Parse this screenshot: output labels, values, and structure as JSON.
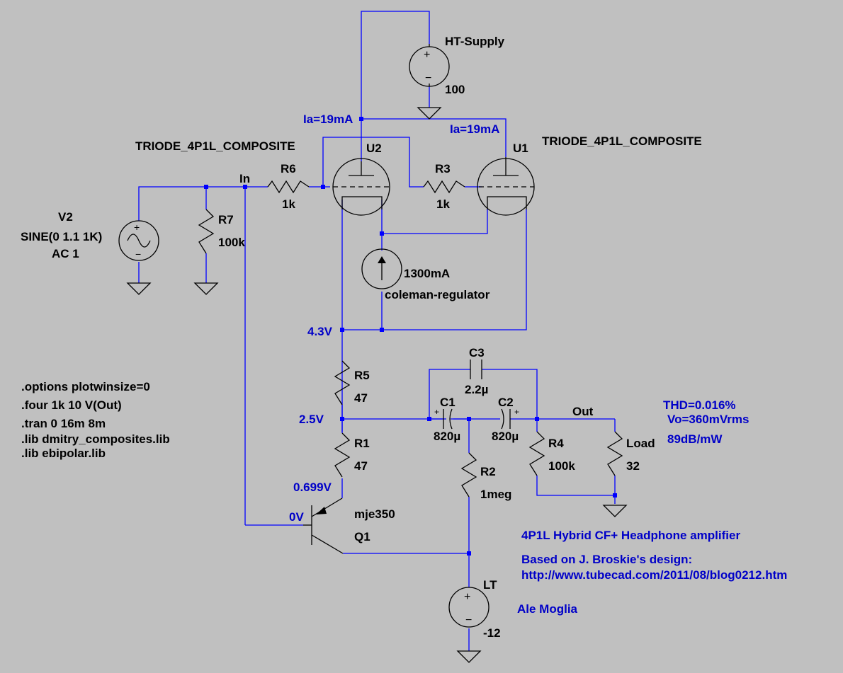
{
  "colors": {
    "background": "#c0c0c0",
    "wire": "#0000ff",
    "component": "#000000",
    "annotation": "#0000c8"
  },
  "components": {
    "ht_supply": {
      "name": "HT-Supply",
      "value": "100"
    },
    "u2": {
      "label": "TRIODE_4P1L_COMPOSITE",
      "ref": "U2"
    },
    "u1": {
      "label": "TRIODE_4P1L_COMPOSITE",
      "ref": "U1"
    },
    "r6": {
      "ref": "R6",
      "value": "1k"
    },
    "r3": {
      "ref": "R3",
      "value": "1k"
    },
    "r7": {
      "ref": "R7",
      "value": "100k"
    },
    "v2": {
      "ref": "V2",
      "value": "SINE(0 1.1 1K)",
      "ac": "AC 1"
    },
    "i1": {
      "value": "1300mA",
      "name": "coleman-regulator"
    },
    "r5": {
      "ref": "R5",
      "value": "47"
    },
    "r1": {
      "ref": "R1",
      "value": "47"
    },
    "c3": {
      "ref": "C3",
      "value": "2.2µ"
    },
    "c1": {
      "ref": "C1",
      "value": "820µ"
    },
    "c2": {
      "ref": "C2",
      "value": "820µ"
    },
    "r4": {
      "ref": "R4",
      "value": "100k"
    },
    "load": {
      "ref": "Load",
      "value": "32"
    },
    "r2": {
      "ref": "R2",
      "value": "1meg"
    },
    "q1": {
      "ref": "Q1",
      "model": "mje350"
    },
    "lt": {
      "name": "LT",
      "value": "-12"
    }
  },
  "nets": {
    "in": "In",
    "out": "Out"
  },
  "operating_points": {
    "ia_u2": "Ia=19mA",
    "ia_u1": "Ia=19mA",
    "v_cathode": "4.3V",
    "v_mid": "2.5V",
    "v_emitter": "0.699V",
    "v_base": "0V"
  },
  "results": {
    "thd": "THD=0.016%",
    "vo": "Vo=360mVrms",
    "sens": "89dB/mW"
  },
  "directives": [
    ".options plotwinsize=0",
    ".four 1k 10 V(Out)",
    ".tran 0 16m 8m",
    ".lib dmitry_composites.lib",
    ".lib ebipolar.lib"
  ],
  "notes": {
    "title": "4P1L Hybrid CF+ Headphone amplifier",
    "based_on": "Based on J. Broskie's design:",
    "url": "http://www.tubecad.com/2011/08/blog0212.htm",
    "author": "Ale Moglia"
  }
}
